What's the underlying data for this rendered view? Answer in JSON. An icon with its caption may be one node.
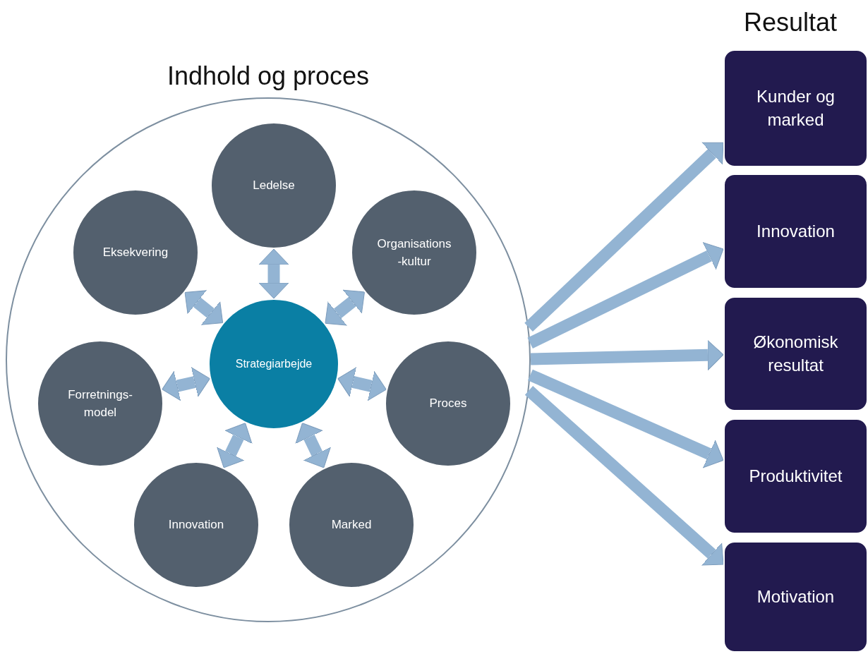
{
  "diagram": {
    "nodes": [
      {
        "text": [
          "Indhold og proces"
        ]
      },
      {
        "text": [
          "Ledelse"
        ],
        "in": 0
      },
      {
        "text": [
          "Eksekvering"
        ],
        "in": 0
      },
      {
        "text": [
          "Organisations -kultur"
        ],
        "in": 0
      },
      {
        "text": [
          "Strategiarbejde"
        ],
        "in": 0
      },
      {
        "text": [
          "Forretnings- model"
        ],
        "in": 0
      },
      {
        "text": [
          "Proces"
        ],
        "in": 0
      },
      {
        "text": [
          "Innovation"
        ],
        "in": 0
      },
      {
        "text": [
          "Marked"
        ],
        "in": 0
      },
      {
        "text": [
          "Kunder og marked"
        ]
      },
      {
        "text": [
          "Innovation"
        ]
      },
      {
        "text": [
          "Økonomisk resultat"
        ]
      },
      {
        "text": [
          "Produktivitet"
        ]
      },
      {
        "text": [
          "Motivation"
        ]
      }
    ],
    "edges": [
      {
        "from": 4,
        "to": 1,
        "arrow": "both"
      },
      {
        "from": 4,
        "to": 2,
        "arrow": "both"
      },
      {
        "from": 4,
        "to": 3,
        "arrow": "both"
      },
      {
        "from": 4,
        "to": 5,
        "arrow": "both"
      },
      {
        "from": 4,
        "to": 6,
        "arrow": "both"
      },
      {
        "from": 4,
        "to": 7,
        "arrow": "both"
      },
      {
        "from": 4,
        "to": 8,
        "arrow": "both"
      },
      {
        "from": 0,
        "to": 9,
        "arrow": "to"
      },
      {
        "from": 0,
        "to": 10,
        "arrow": "to"
      },
      {
        "from": 0,
        "to": 11,
        "arrow": "to"
      },
      {
        "from": 0,
        "to": 12,
        "arrow": "to"
      },
      {
        "from": 0,
        "to": 13,
        "arrow": "to"
      }
    ],
    "labels": [
      "Resultat"
    ]
  }
}
